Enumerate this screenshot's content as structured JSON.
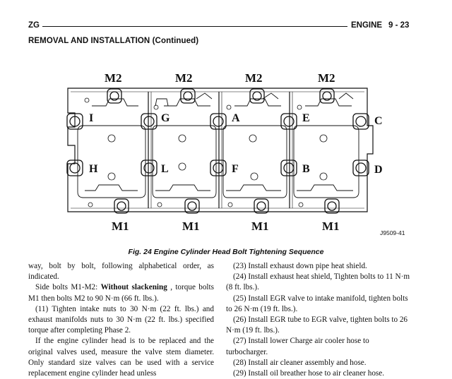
{
  "header": {
    "left": "ZG",
    "section": "ENGINE",
    "page": "9 - 23"
  },
  "section_title": "REMOVAL AND INSTALLATION (Continued)",
  "figure": {
    "top_labels": [
      "M2",
      "M2",
      "M2",
      "M2"
    ],
    "bottom_labels": [
      "M1",
      "M1",
      "M1",
      "M1"
    ],
    "row1_labels": [
      "I",
      "G",
      "A",
      "E",
      "C"
    ],
    "row2_labels": [
      "H",
      "L",
      "F",
      "B",
      "D"
    ],
    "reference": "J9509-41",
    "caption": "Fig. 24 Engine Cylinder Head Bolt Tightening Sequence"
  },
  "left_column": {
    "p1": "way, bolt by bolt, following alphabetical order, as indicated.",
    "p2_pre": "Side bolts M1-M2: ",
    "p2_bold": "Without slackening",
    "p2_post": " , torque bolts M1 then bolts M2 to 90 N·m (66 ft. lbs.).",
    "p3": "(11) Tighten intake nuts to 30 N·m (22 ft. lbs.) and exhaust manifolds nuts to 30 N·m (22 ft. lbs.) specified torque after completing Phase 2.",
    "p4": "If the engine cylinder head is to be replaced and the original valves used, measure the valve stem diameter. Only standard size valves can be used with a service replacement engine cylinder head unless"
  },
  "right_column": {
    "items": [
      "(23) Install exhaust down pipe heat shield.",
      "(24) Install exhaust heat shield, Tighten bolts to 11 N·m (8 ft. lbs.).",
      "(25) Install EGR valve to intake manifold, tighten bolts to 26 N·m (19 ft. lbs.).",
      "(26) Install EGR tube to EGR valve, tighten bolts to 26 N·m (19 ft. lbs.).",
      "(27) Install lower Charge air cooler hose to turbocharger.",
      "(28) Install air cleaner assembly and hose.",
      "(29) Install oil breather hose to air cleaner hose."
    ]
  }
}
